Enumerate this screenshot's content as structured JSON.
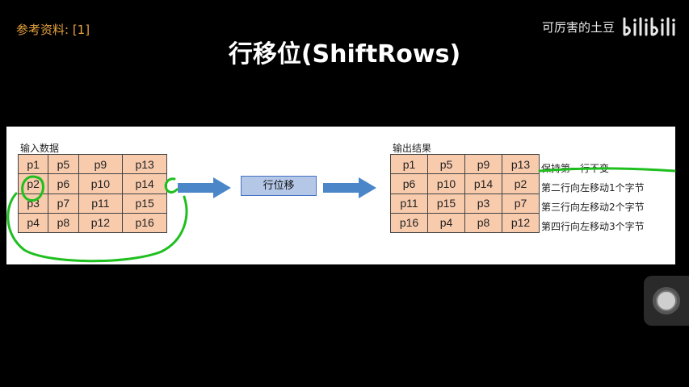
{
  "reference_label": "参考资料: [1]",
  "watermark": {
    "uploader": "可厉害的土豆",
    "logo_text": "bilibili"
  },
  "title": "行移位(ShiftRows)",
  "input": {
    "label": "输入数据",
    "rows": [
      [
        "p1",
        "p5",
        "p9",
        "p13"
      ],
      [
        "p2",
        "p6",
        "p10",
        "p14"
      ],
      [
        "p3",
        "p7",
        "p11",
        "p15"
      ],
      [
        "p4",
        "p8",
        "p12",
        "p16"
      ]
    ]
  },
  "operation_label": "行位移",
  "output": {
    "label": "输出结果",
    "rows": [
      [
        "p1",
        "p5",
        "p9",
        "p13"
      ],
      [
        "p6",
        "p10",
        "p14",
        "p2"
      ],
      [
        "p11",
        "p15",
        "p3",
        "p7"
      ],
      [
        "p16",
        "p4",
        "p8",
        "p12"
      ]
    ]
  },
  "notes": [
    "保持第一行不变",
    "第二行向左移动1个字节",
    "第三行向左移动2个字节",
    "第四行向左移动3个字节"
  ],
  "colors": {
    "cell_fill": "#f8cbad",
    "arrow": "#4a86c8",
    "op_box": "#b4c7e7",
    "annotation": "#1fbf1f",
    "reference_text": "#e8a33d"
  },
  "icons": {
    "camera_button": "camera-shutter-icon"
  }
}
